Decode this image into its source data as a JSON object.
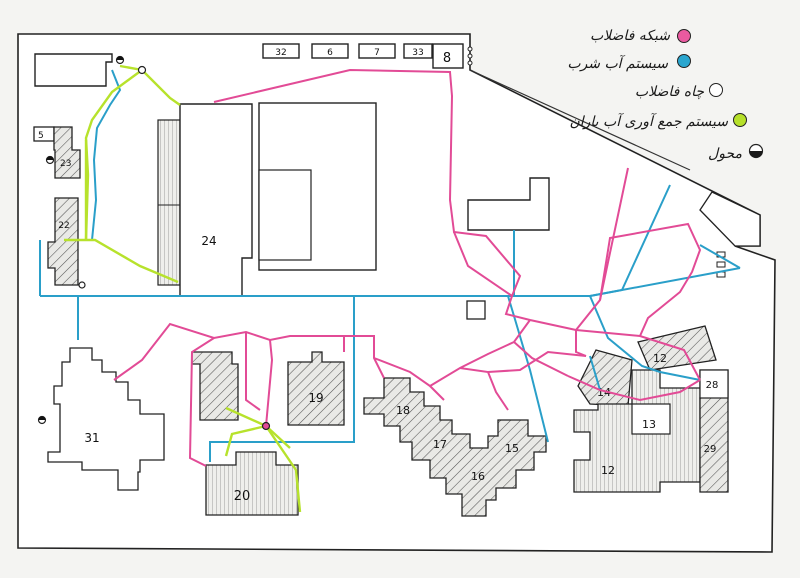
{
  "legend": {
    "items": [
      {
        "label": "شبکه فاضلاب",
        "color": "#e8589a",
        "icon": "pink-dot-icon"
      },
      {
        "label": "سیستم آب شرب",
        "color": "#2aa6cf",
        "icon": "blue-dot-icon"
      },
      {
        "label": "چاه فاضلاب",
        "color": "#ffffff",
        "icon": "white-dot-icon"
      },
      {
        "label": "سیستم جمع آوری آب باران",
        "color": "#b6e02a",
        "icon": "green-dot-icon"
      },
      {
        "label": "محول",
        "color": "#1a1a1a",
        "icon": "half-black-dot-icon"
      }
    ]
  },
  "buildings": {
    "b32": "32",
    "b6": "6",
    "b7": "7",
    "b33": "33",
    "b8": "8",
    "b5": "5",
    "b23": "23",
    "b22": "22",
    "b24": "24",
    "b31": "31",
    "b19": "19",
    "b20": "20",
    "b18": "18",
    "b17": "17",
    "b16": "16",
    "b15": "15",
    "b12a": "12",
    "b14": "14",
    "b13": "13",
    "b28": "28",
    "b29": "29",
    "b12b": "12"
  },
  "colors": {
    "sewer": "#e24b96",
    "water": "#2a9fc9",
    "rain": "#b7e22c",
    "outline": "#1c1c1c"
  }
}
